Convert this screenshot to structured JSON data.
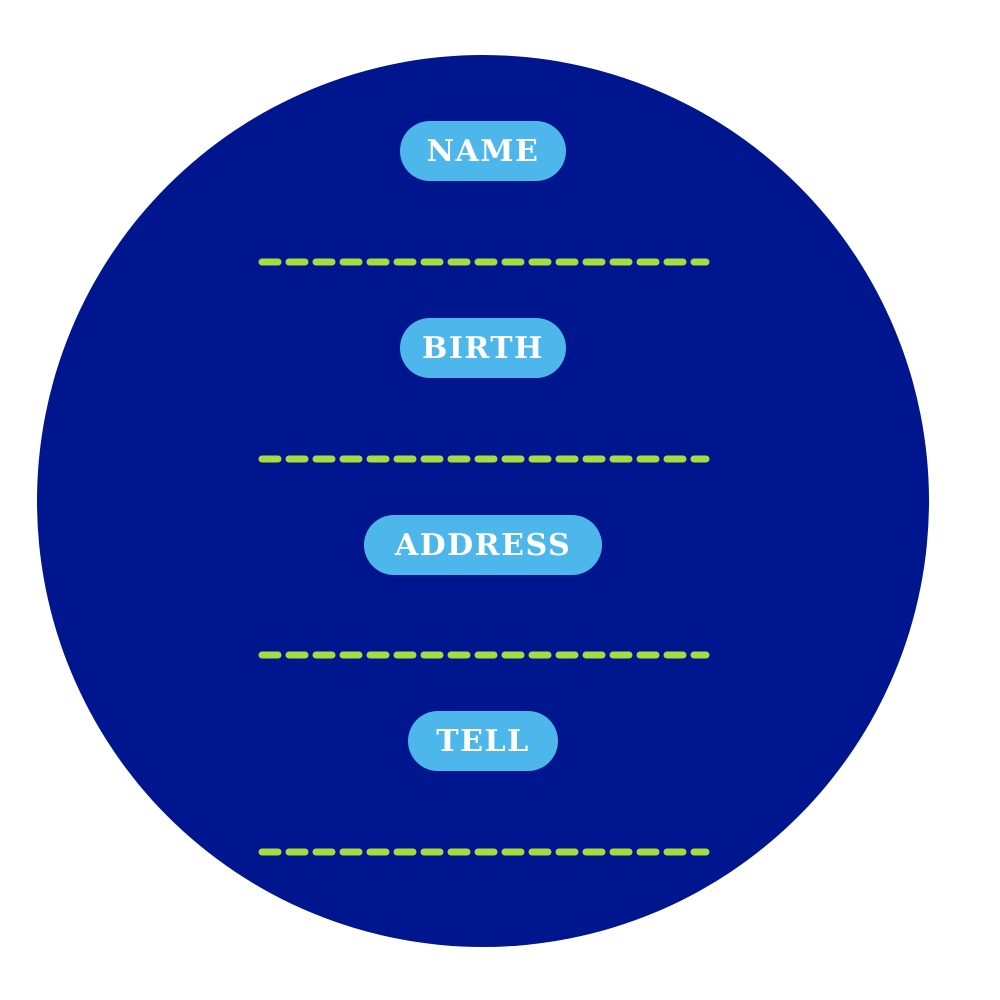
{
  "form": {
    "fields": [
      {
        "label": "NAME"
      },
      {
        "label": "BIRTH"
      },
      {
        "label": "ADDRESS"
      },
      {
        "label": "TELL"
      }
    ]
  },
  "colors": {
    "background": "#FFFFFF",
    "disc": "#00168F",
    "pill": "#4DB7EB",
    "pill_text": "#FFFFFF",
    "dash": "#A5DD3E"
  }
}
